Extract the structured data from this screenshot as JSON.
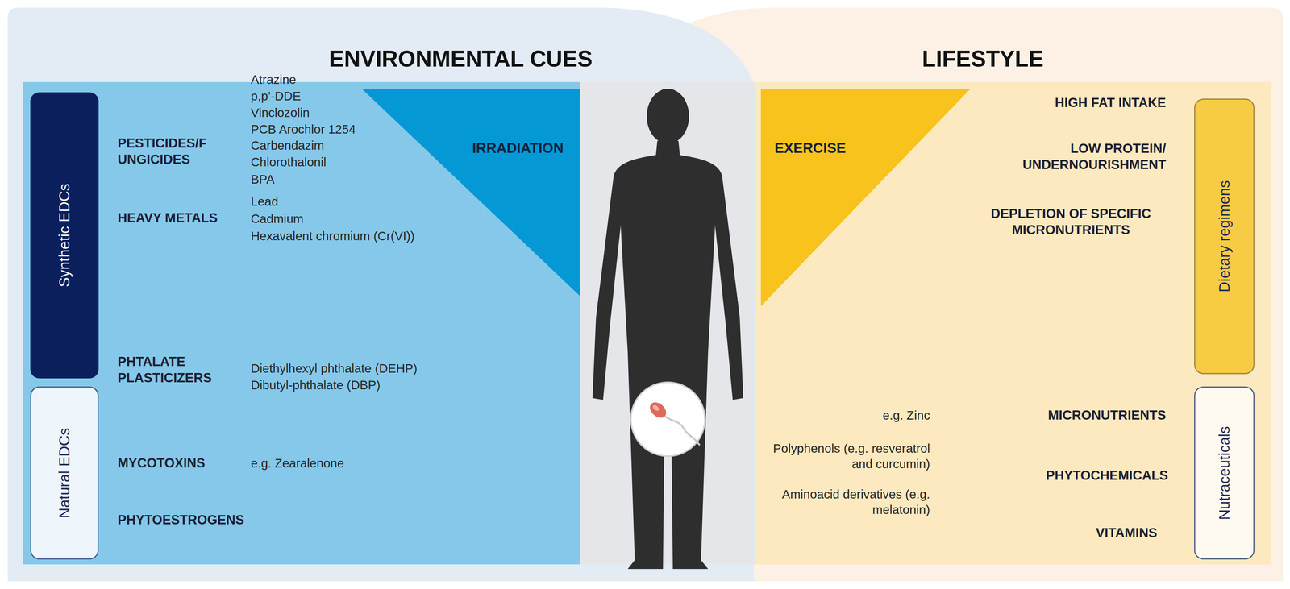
{
  "diagram": {
    "nodes": [
      {
        "text": [
          "ENVIRONMENTAL CUES"
        ]
      },
      {
        "text": [
          "Synthetic EDCs"
        ],
        "in": 0
      },
      {
        "text": [
          "Natural EDCs"
        ],
        "in": 0
      },
      {
        "text": [
          "IRRADIATION"
        ],
        "in": 0
      },
      {
        "text": [
          "LIFESTYLE"
        ]
      },
      {
        "text": [
          "EXERCISE"
        ],
        "in": 4
      },
      {
        "text": [
          "Dietary regimens"
        ],
        "in": 4
      },
      {
        "text": [
          "Nutraceuticals"
        ],
        "in": 4
      }
    ],
    "labels": [
      "PESTICIDES/F UNGICIDES",
      "Atrazine",
      "p,p’-DDE",
      "Vinclozolin",
      "PCB Arochlor 1254",
      "Carbendazim",
      "Chlorothalonil",
      "BPA",
      "HEAVY METALS",
      "Lead",
      "Cadmium",
      "Hexavalent chromium (Cr(VI))",
      "PHTALATE PLASTICIZERS",
      "Diethylhexyl phthalate (DEHP)",
      "Dibutyl-phthalate (DBP)",
      "MYCOTOXINS",
      "e.g. Zearalenone",
      "PHYTOESTROGENS",
      "HIGH FAT INTAKE",
      "LOW PROTEIN/ UNDERNOURISHMENT",
      "DEPLETION OF SPECIFIC MICRONUTRIENTS",
      "e.g. Zinc",
      "MICRONUTRIENTS",
      "Polyphenols (e.g. resveratrol and curcumin)",
      "PHYTOCHEMICALS",
      "Aminoacid derivatives (e.g. melatonin)",
      "VITAMINS"
    ]
  }
}
